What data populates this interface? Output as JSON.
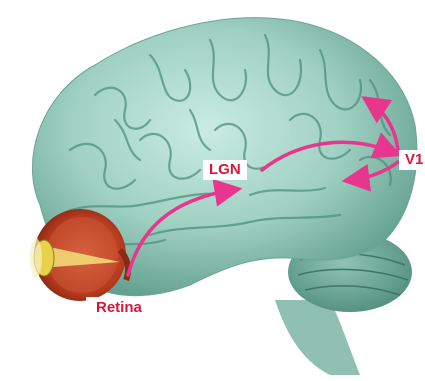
{
  "labels": {
    "lgn": "LGN",
    "v1": "V1",
    "retina": "Retina"
  },
  "colors": {
    "brain": "#9fd0c2",
    "brain_dark": "#5f9c8a",
    "pathway": "#e8358e",
    "label_text": "#d9173a",
    "eye_iris": "#b83a1f",
    "lens": "#e8d24a"
  }
}
